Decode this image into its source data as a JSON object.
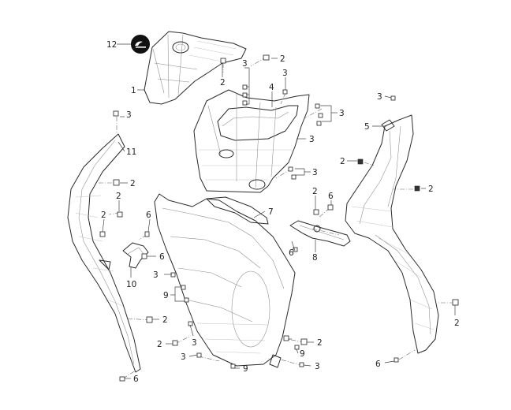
{
  "diagram": {
    "callouts": {
      "c12": "12",
      "c1": "1",
      "c2_top": "2",
      "c3_top_a": "3",
      "c2_top_b": "2",
      "c3_top_c": "3",
      "c4": "4",
      "c3_left": "3",
      "c3_mid_right": "3",
      "c3_right_a": "3",
      "c3_far_right": "3",
      "c5": "5",
      "c11": "11",
      "c2_left_a": "2",
      "c2_left_b": "2",
      "c2_left_c": "2",
      "c3_center": "3",
      "c2_right_mid": "2",
      "c2_far_right": "2",
      "c6_a": "6",
      "c7": "7",
      "c2_center": "2",
      "c6_b": "6",
      "c6_c": "6",
      "c6_d": "6",
      "c10": "10",
      "c8": "8",
      "c3_lower": "3",
      "c9_a": "9",
      "c2_lower_left": "2",
      "c2_lower_mid": "2",
      "c3_lower_b": "3",
      "c2_lower_right": "2",
      "c9_b": "9",
      "c3_bottom_a": "3",
      "c9_c": "9",
      "c3_bottom_b": "3",
      "c6_bottom": "6",
      "c6_bottom_right": "6",
      "c2_bottom_right": "2"
    }
  }
}
